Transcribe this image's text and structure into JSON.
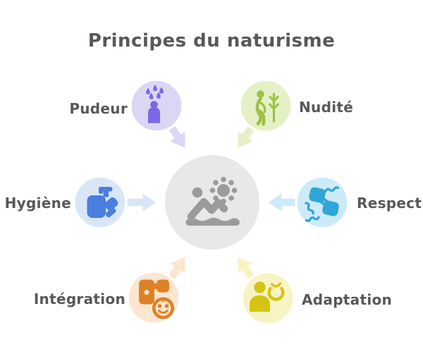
{
  "title": "Principes du naturisme",
  "colors": {
    "background": "#ffffff",
    "text": "#58585a",
    "outline": "#ffffff"
  },
  "center": {
    "name": "naturisme",
    "icon": "sunbathing-beach-icon",
    "circle_color": "#e9e8e7",
    "icon_color": "#9b9b9b"
  },
  "nodes": [
    {
      "label": "Pudeur",
      "icon": "shower-person-icon",
      "circle_color": "#dcd6f5",
      "icon_color": "#7c68e4",
      "label_side": "left"
    },
    {
      "label": "Nudité",
      "icon": "nude-figure-icon",
      "circle_color": "#e6f0c6",
      "icon_color": "#9dc247",
      "label_side": "right"
    },
    {
      "label": "Hygiène",
      "icon": "soap-dispenser-icon",
      "circle_color": "#d8e6f8",
      "icon_color": "#4a7edf",
      "label_side": "left"
    },
    {
      "label": "Respect",
      "icon": "hands-respect-icon",
      "circle_color": "#cdeaf8",
      "icon_color": "#2fa6d8",
      "label_side": "right"
    },
    {
      "label": "Intégration",
      "icon": "puzzle-smiley-icon",
      "circle_color": "#fbe6d0",
      "icon_color": "#de8126",
      "label_side": "left"
    },
    {
      "label": "Adaptation",
      "icon": "mask-person-icon",
      "circle_color": "#f8f3c3",
      "icon_color": "#d5c414",
      "label_side": "right"
    }
  ]
}
